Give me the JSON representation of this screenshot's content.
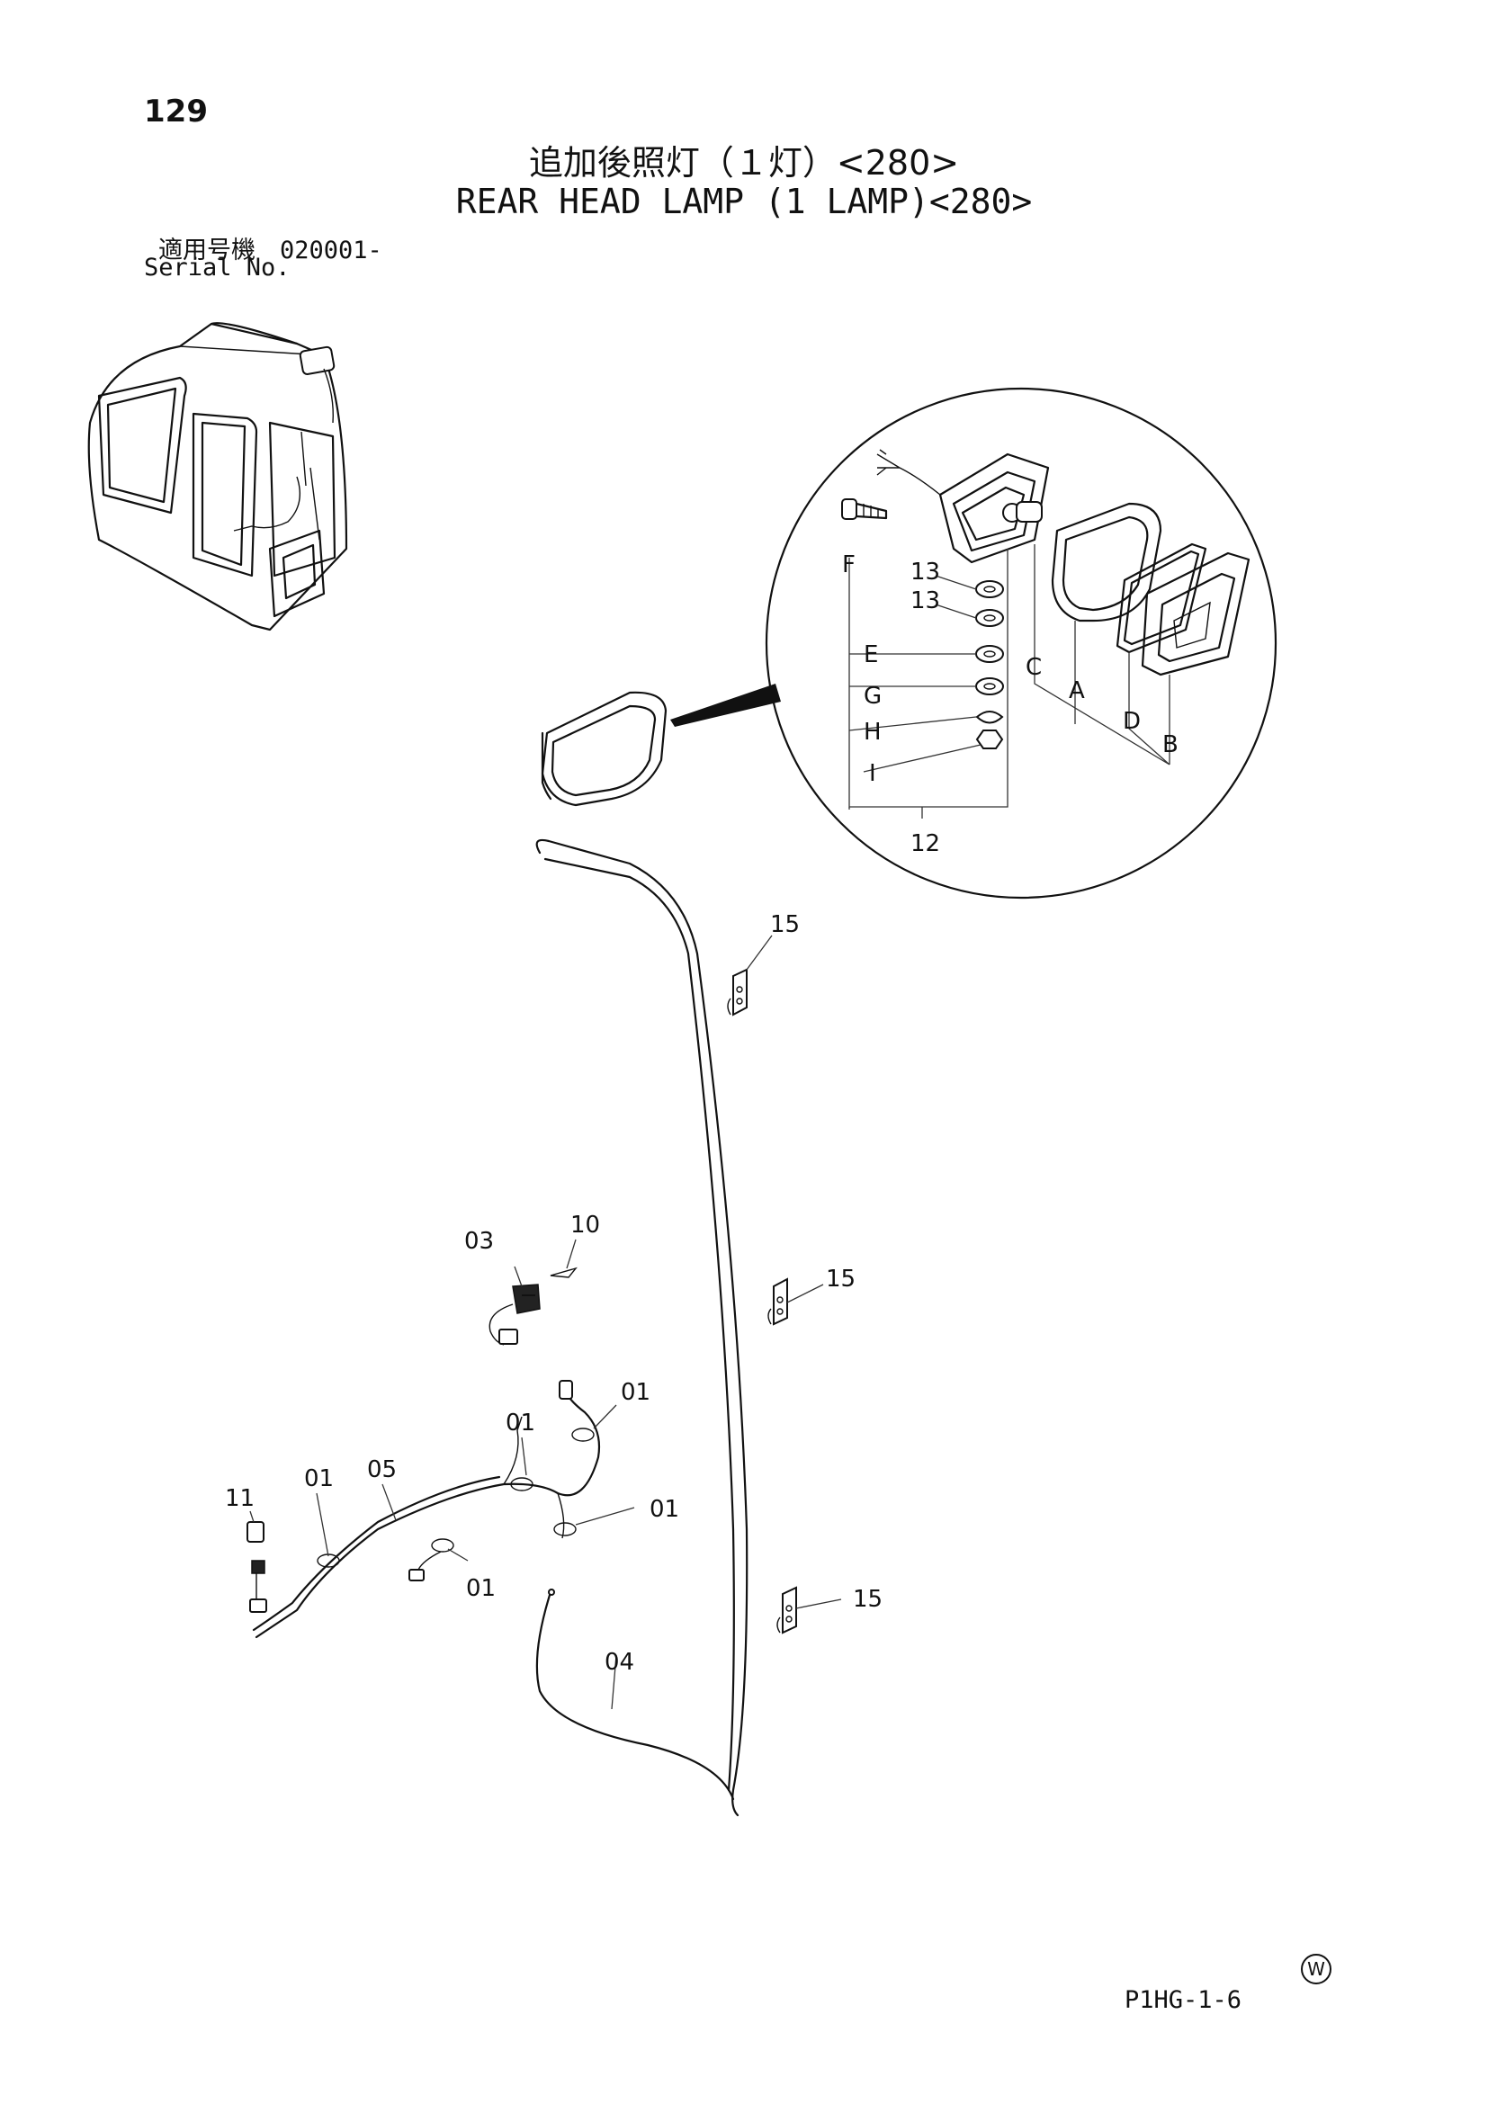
{
  "page": {
    "number": "129",
    "title_jp": "追加後照灯（１灯）<280>",
    "title_en": "REAR HEAD LAMP (1 LAMP)<280>",
    "serial_label_jp": "適用号機　020001-",
    "serial_label_en": "Serial No.",
    "footer_code": "P1HG-1-6",
    "mark": "W"
  },
  "callouts": {
    "c12": "12",
    "c13a": "13",
    "c13b": "13",
    "c15a": "15",
    "c15b": "15",
    "c15c": "15",
    "cA": "A",
    "cB": "B",
    "cC": "C",
    "cD": "D",
    "cE": "E",
    "cF": "F",
    "cG": "G",
    "cH": "H",
    "cI": "I",
    "c03": "03",
    "c10": "10",
    "c11": "11",
    "c04": "04",
    "c05": "05",
    "c01a": "01",
    "c01b": "01",
    "c01c": "01",
    "c01d": "01",
    "c01e": "01"
  }
}
